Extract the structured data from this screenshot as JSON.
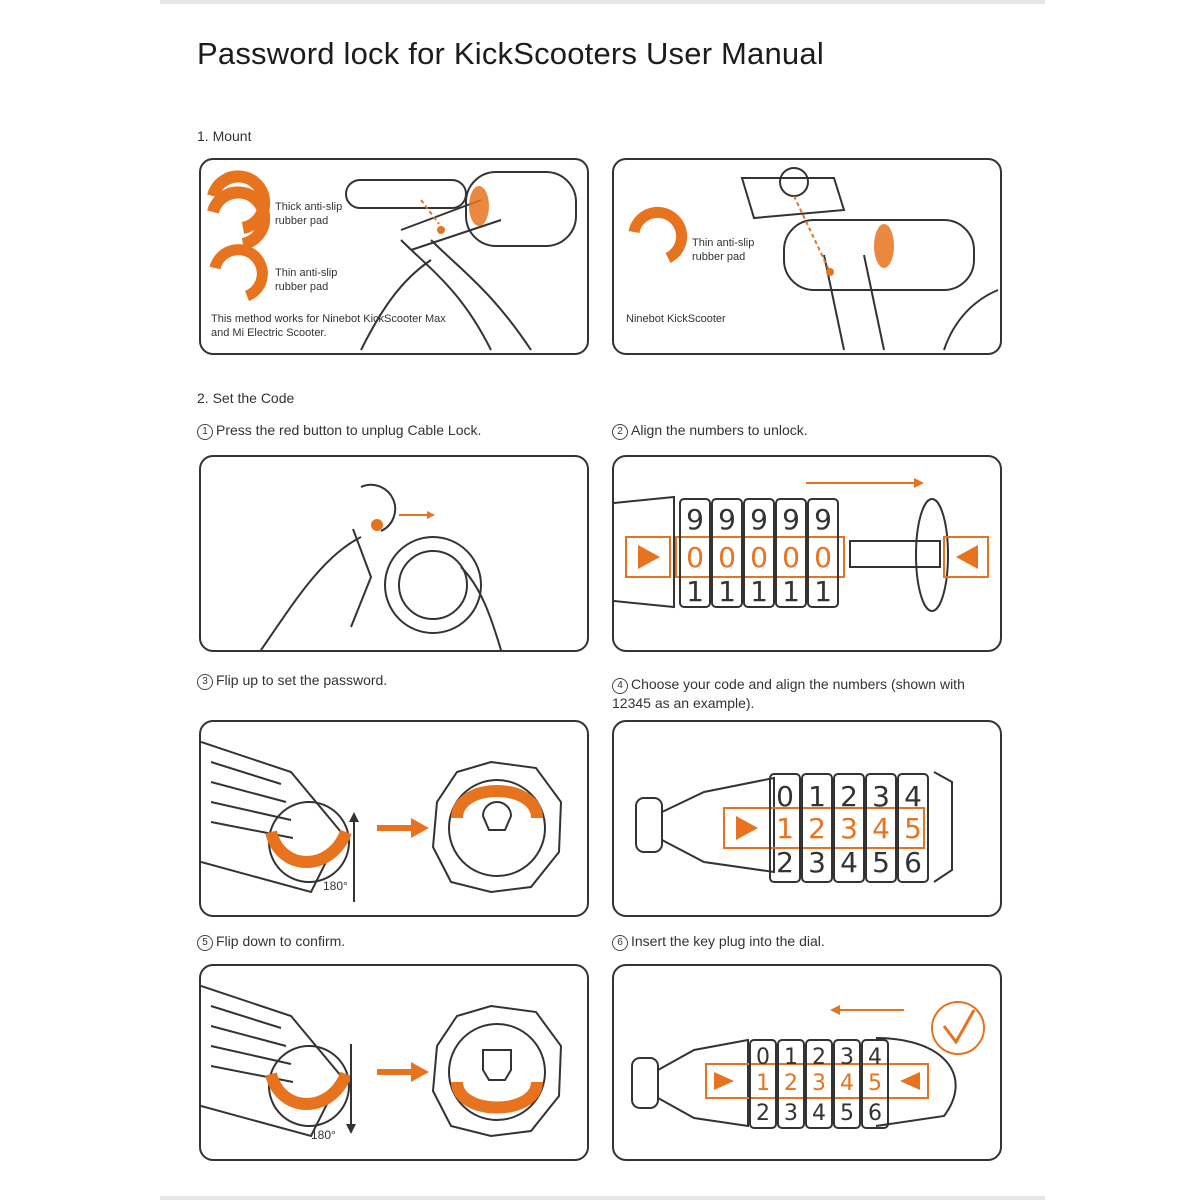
{
  "document": {
    "title": "Password lock for KickScooters User Manual"
  },
  "sections": {
    "mount": "1. Mount",
    "code": "2. Set the Code"
  },
  "mount": {
    "left": {
      "thick_pad": "Thick anti-slip rubber pad",
      "thin_pad": "Thin anti-slip rubber pad",
      "note": "This method works for Ninebot KickScooter Max and Mi Electric Scooter."
    },
    "right": {
      "thin_pad": "Thin anti-slip rubber pad",
      "note": "Ninebot KickScooter"
    }
  },
  "steps": [
    {
      "num": "1",
      "text": "Press the red button to unplug Cable Lock."
    },
    {
      "num": "2",
      "text": "Align the numbers to unlock."
    },
    {
      "num": "3",
      "text": "Flip up to set the password."
    },
    {
      "num": "4",
      "text": "Choose your code and align the numbers (shown with 12345 as an example)."
    },
    {
      "num": "5",
      "text": "Flip down to confirm."
    },
    {
      "num": "6",
      "text": "Insert the key plug into the dial."
    }
  ],
  "angles": {
    "flip_up": "180°",
    "flip_down": "180°"
  },
  "dials": {
    "unlock": {
      "top": [
        "9",
        "9",
        "9",
        "9",
        "9"
      ],
      "mid": [
        "0",
        "0",
        "0",
        "0",
        "0"
      ],
      "bot": [
        "1",
        "1",
        "1",
        "1",
        "1"
      ]
    },
    "set": {
      "top": [
        "0",
        "1",
        "2",
        "3",
        "4"
      ],
      "mid": [
        "1",
        "2",
        "3",
        "4",
        "5"
      ],
      "bot": [
        "2",
        "3",
        "4",
        "5",
        "6"
      ]
    },
    "confirm": {
      "top": [
        "0",
        "1",
        "2",
        "3",
        "4"
      ],
      "mid": [
        "1",
        "2",
        "3",
        "4",
        "5"
      ],
      "bot": [
        "2",
        "3",
        "4",
        "5",
        "6"
      ]
    }
  },
  "colors": {
    "accent": "#e8731f",
    "line": "#333333"
  }
}
